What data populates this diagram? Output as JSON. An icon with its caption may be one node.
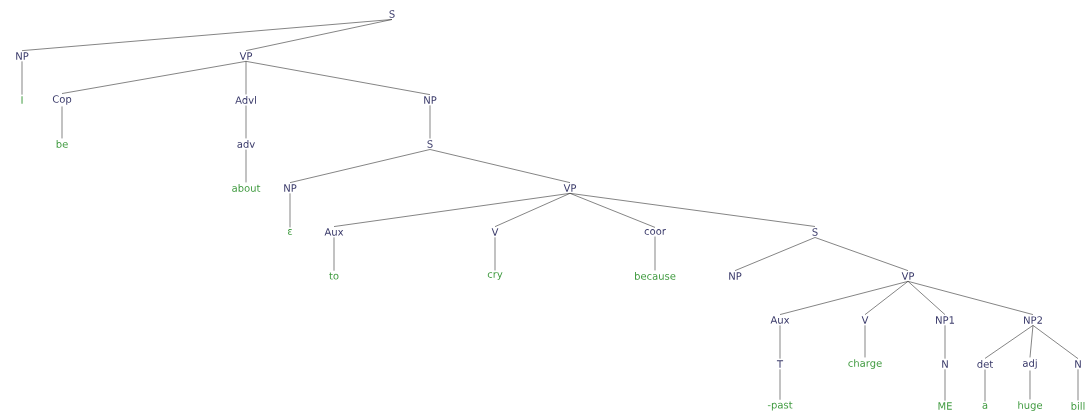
{
  "diagram": {
    "nodes": [
      {
        "text": [
          "S"
        ]
      },
      {
        "text": [
          "NP"
        ]
      },
      {
        "text": [
          "VP"
        ]
      },
      {
        "text": [
          "I"
        ]
      },
      {
        "text": [
          "Cop"
        ]
      },
      {
        "text": [
          "be"
        ]
      },
      {
        "text": [
          "Advl"
        ]
      },
      {
        "text": [
          "NP"
        ]
      },
      {
        "text": [
          "adv"
        ]
      },
      {
        "text": [
          "S"
        ]
      },
      {
        "text": [
          "about"
        ]
      },
      {
        "text": [
          "NP"
        ]
      },
      {
        "text": [
          "VP"
        ]
      },
      {
        "text": [
          "ε"
        ]
      },
      {
        "text": [
          "Aux"
        ]
      },
      {
        "text": [
          "V"
        ]
      },
      {
        "text": [
          "coor"
        ]
      },
      {
        "text": [
          "S"
        ]
      },
      {
        "text": [
          "to"
        ]
      },
      {
        "text": [
          "cry"
        ]
      },
      {
        "text": [
          "because"
        ]
      },
      {
        "text": [
          "NP"
        ]
      },
      {
        "text": [
          "VP"
        ]
      },
      {
        "text": [
          "Aux"
        ]
      },
      {
        "text": [
          "V"
        ]
      },
      {
        "text": [
          "NP1"
        ]
      },
      {
        "text": [
          "NP2"
        ]
      },
      {
        "text": [
          "T"
        ]
      },
      {
        "text": [
          "charge"
        ]
      },
      {
        "text": [
          "N"
        ]
      },
      {
        "text": [
          "det"
        ]
      },
      {
        "text": [
          "adj"
        ]
      },
      {
        "text": [
          "N"
        ]
      },
      {
        "text": [
          "-past"
        ]
      },
      {
        "text": [
          "ME"
        ]
      },
      {
        "text": [
          "a"
        ]
      },
      {
        "text": [
          "huge"
        ]
      },
      {
        "text": [
          "bill"
        ]
      }
    ],
    "edges": [
      {
        "from": 0,
        "to": 1,
        "arrow": "none"
      },
      {
        "from": 0,
        "to": 2,
        "arrow": "none"
      },
      {
        "from": 1,
        "to": 3,
        "arrow": "none"
      },
      {
        "from": 2,
        "to": 4,
        "arrow": "none"
      },
      {
        "from": 2,
        "to": 6,
        "arrow": "none"
      },
      {
        "from": 2,
        "to": 7,
        "arrow": "none"
      },
      {
        "from": 4,
        "to": 5,
        "arrow": "none"
      },
      {
        "from": 6,
        "to": 8,
        "arrow": "none"
      },
      {
        "from": 7,
        "to": 9,
        "arrow": "none"
      },
      {
        "from": 8,
        "to": 10,
        "arrow": "none"
      },
      {
        "from": 9,
        "to": 11,
        "arrow": "none"
      },
      {
        "from": 9,
        "to": 12,
        "arrow": "none"
      },
      {
        "from": 11,
        "to": 13,
        "arrow": "none"
      },
      {
        "from": 12,
        "to": 14,
        "arrow": "none"
      },
      {
        "from": 12,
        "to": 15,
        "arrow": "none"
      },
      {
        "from": 12,
        "to": 16,
        "arrow": "none"
      },
      {
        "from": 12,
        "to": 17,
        "arrow": "none"
      },
      {
        "from": 14,
        "to": 18,
        "arrow": "none"
      },
      {
        "from": 15,
        "to": 19,
        "arrow": "none"
      },
      {
        "from": 16,
        "to": 20,
        "arrow": "none"
      },
      {
        "from": 17,
        "to": 21,
        "arrow": "none"
      },
      {
        "from": 17,
        "to": 22,
        "arrow": "none"
      },
      {
        "from": 22,
        "to": 23,
        "arrow": "none"
      },
      {
        "from": 22,
        "to": 24,
        "arrow": "none"
      },
      {
        "from": 22,
        "to": 25,
        "arrow": "none"
      },
      {
        "from": 22,
        "to": 26,
        "arrow": "none"
      },
      {
        "from": 23,
        "to": 27,
        "arrow": "none"
      },
      {
        "from": 24,
        "to": 28,
        "arrow": "none"
      },
      {
        "from": 25,
        "to": 29,
        "arrow": "none"
      },
      {
        "from": 26,
        "to": 30,
        "arrow": "none"
      },
      {
        "from": 26,
        "to": 31,
        "arrow": "none"
      },
      {
        "from": 26,
        "to": 32,
        "arrow": "none"
      },
      {
        "from": 27,
        "to": 33,
        "arrow": "none"
      },
      {
        "from": 29,
        "to": 34,
        "arrow": "none"
      },
      {
        "from": 30,
        "to": 35,
        "arrow": "none"
      },
      {
        "from": 31,
        "to": 36,
        "arrow": "none"
      },
      {
        "from": 32,
        "to": 37,
        "arrow": "none"
      }
    ]
  }
}
